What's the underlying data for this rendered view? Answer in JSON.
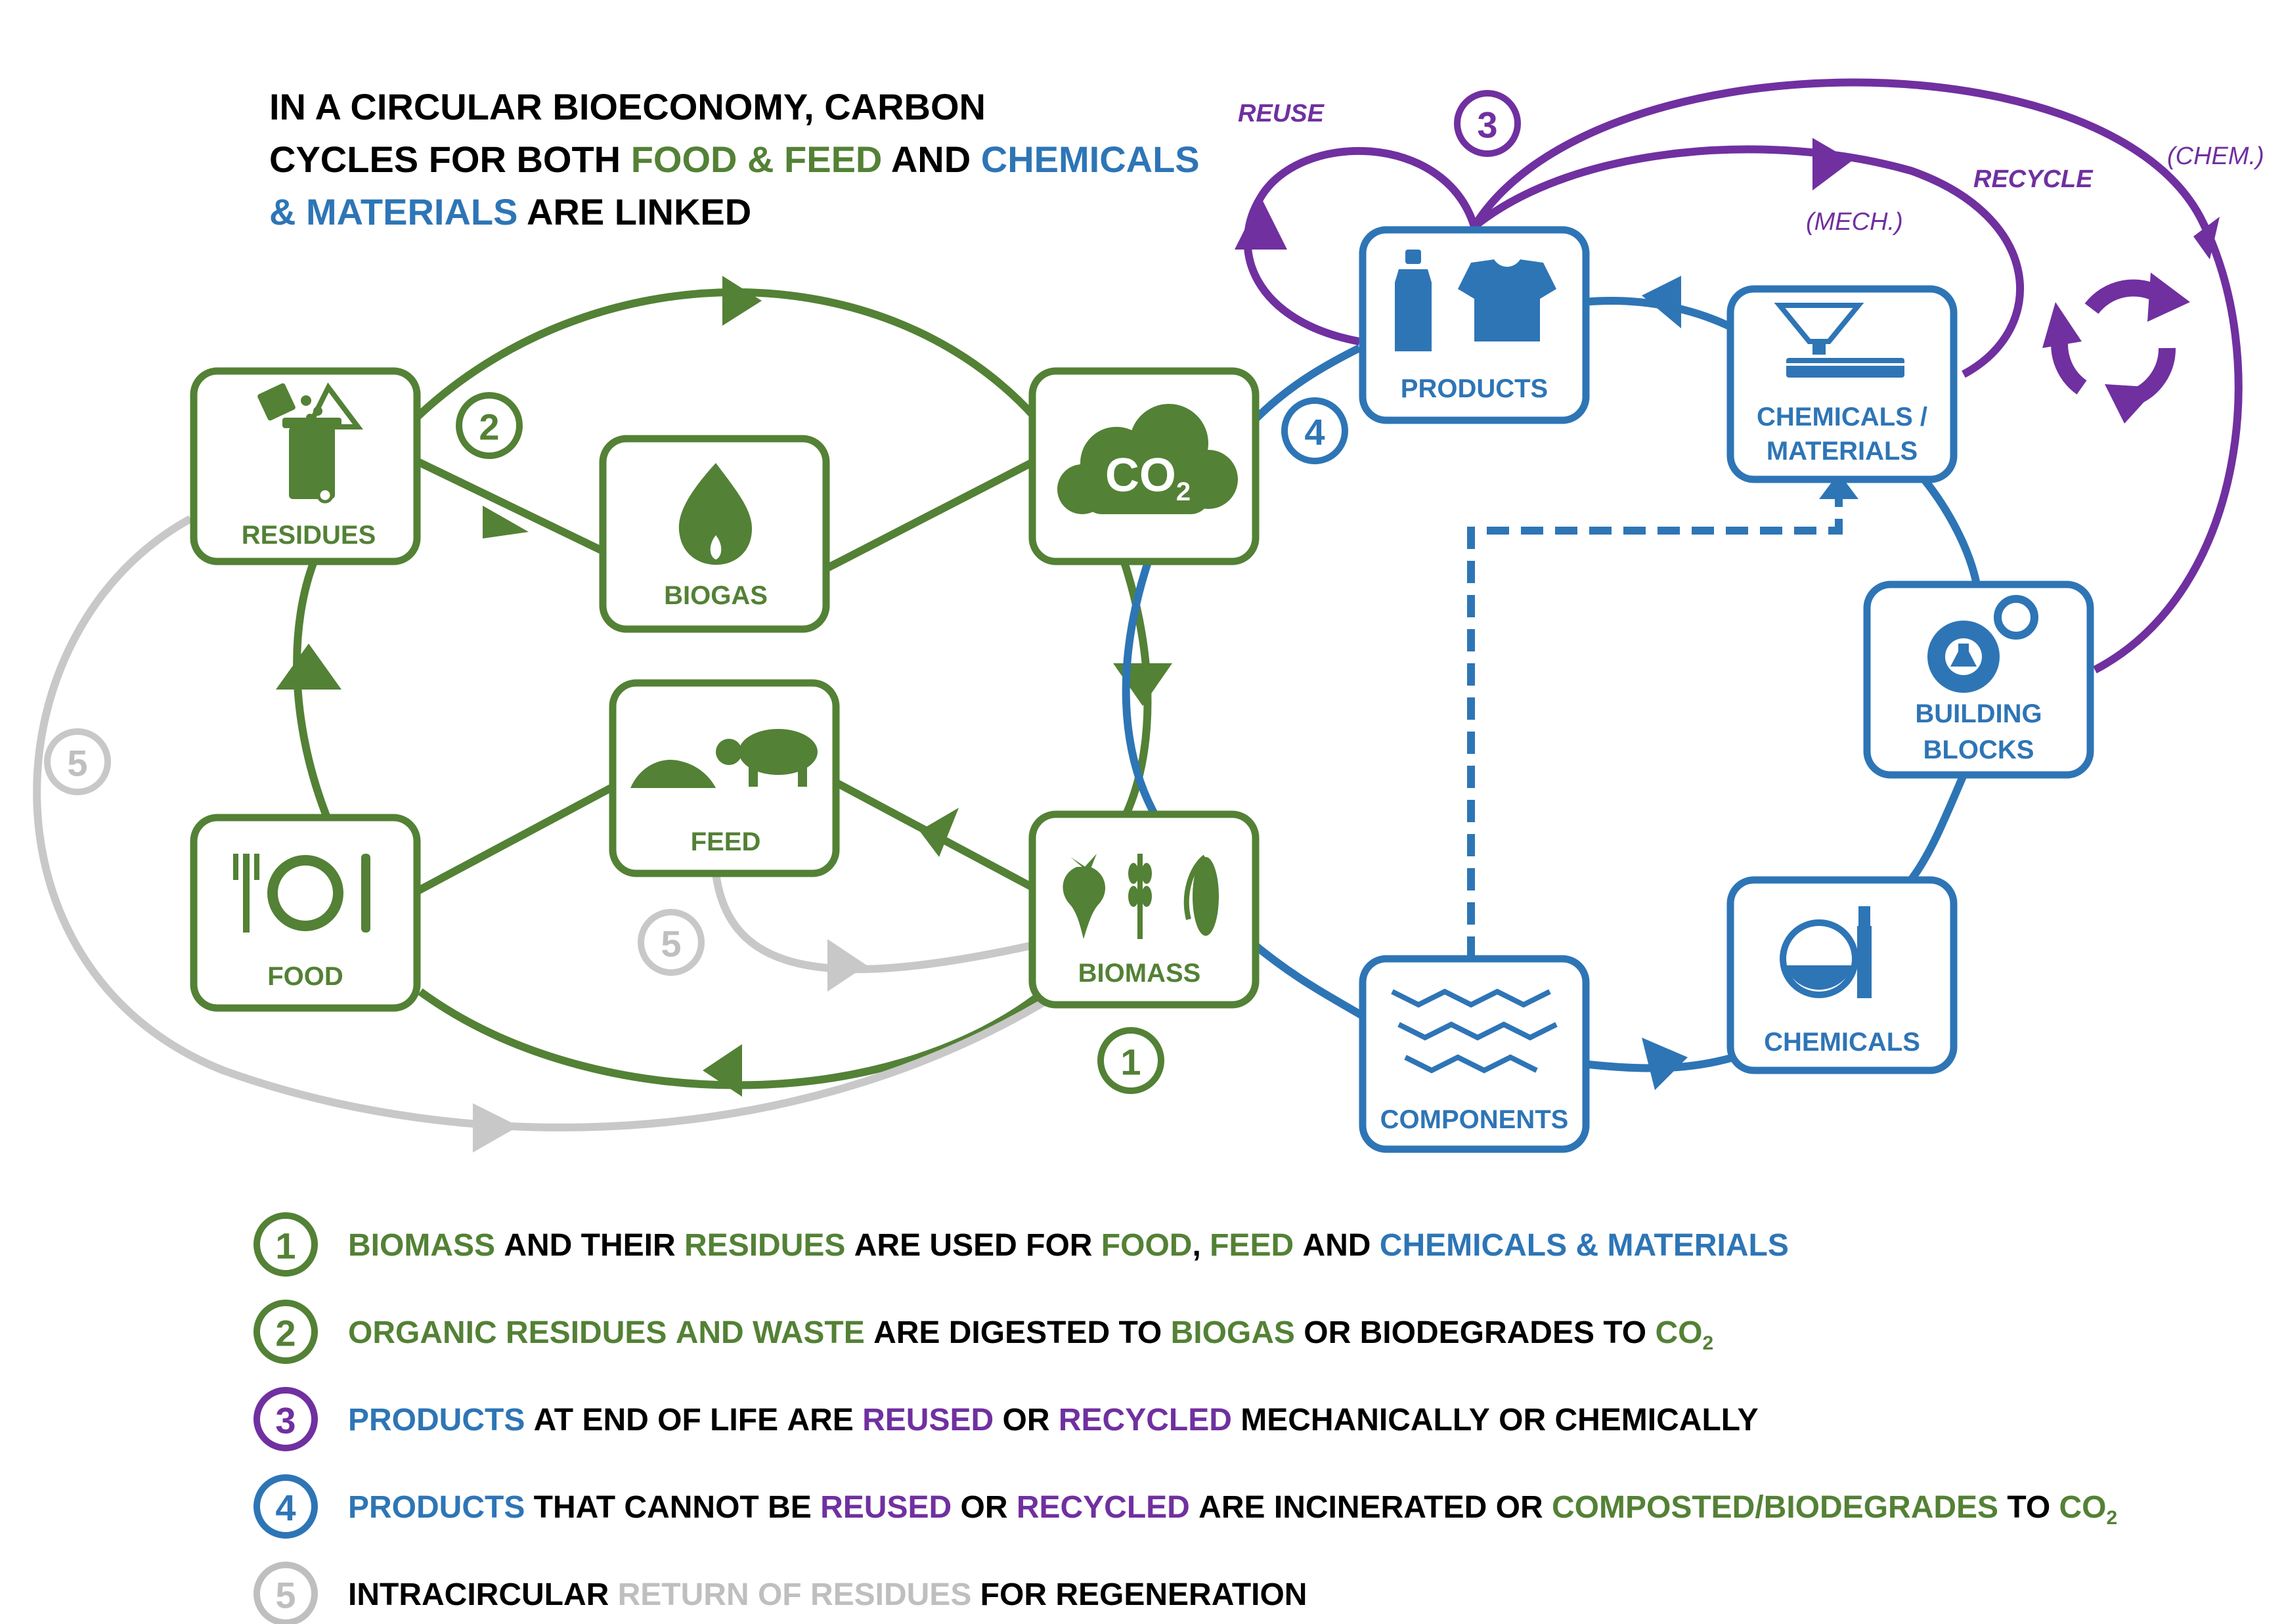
{
  "colors": {
    "green": "#538135",
    "blue": "#2e75b6",
    "purple": "#7030a0",
    "grey": "#bfbfbf",
    "black": "#000000"
  },
  "title": {
    "line1": "IN A CIRCULAR BIOECONOMY, CARBON",
    "line2_a": "CYCLES FOR BOTH ",
    "line2_b": "FOOD & FEED",
    "line2_c": " AND ",
    "line2_d": "CHEMICALS",
    "line3_a": "& MATERIALS",
    "line3_b": " ARE LINKED"
  },
  "nodes": {
    "residues": "RESIDUES",
    "biogas": "BIOGAS",
    "co2": "CO",
    "co2_sub": "2",
    "feed": "FEED",
    "food": "FOOD",
    "biomass": "BIOMASS",
    "products": "PRODUCTS",
    "chemicals_materials_1": "CHEMICALS /",
    "chemicals_materials_2": "MATERIALS",
    "building_blocks_1": "BUILDING",
    "building_blocks_2": "BLOCKS",
    "chemicals": "CHEMICALS",
    "components": "COMPONENTS"
  },
  "flow_labels": {
    "reuse": "REUSE",
    "recycle": "RECYCLE",
    "mech": "(MECH.)",
    "chem": "(CHEM.)"
  },
  "numbers": {
    "n1": "1",
    "n2": "2",
    "n3": "3",
    "n4": "4",
    "n5": "5"
  },
  "legend": [
    {
      "num": "1",
      "parts": [
        {
          "text": "BIOMASS",
          "color": "green"
        },
        {
          "text": " AND THEIR ",
          "color": "black"
        },
        {
          "text": "RESIDUES",
          "color": "green"
        },
        {
          "text": " ARE USED FOR ",
          "color": "black"
        },
        {
          "text": "FOOD",
          "color": "green"
        },
        {
          "text": ", ",
          "color": "black"
        },
        {
          "text": "FEED",
          "color": "green"
        },
        {
          "text": " AND ",
          "color": "black"
        },
        {
          "text": "CHEMICALS & MATERIALS",
          "color": "blue"
        }
      ]
    },
    {
      "num": "2",
      "parts": [
        {
          "text": "ORGANIC RESIDUES AND WASTE",
          "color": "green"
        },
        {
          "text": " ARE DIGESTED TO ",
          "color": "black"
        },
        {
          "text": "BIOGAS",
          "color": "green"
        },
        {
          "text": " OR BIODEGRADES TO ",
          "color": "black"
        },
        {
          "text": "CO",
          "color": "green"
        },
        {
          "text": "2",
          "color": "green",
          "sub": true
        }
      ]
    },
    {
      "num": "3",
      "parts": [
        {
          "text": "PRODUCTS",
          "color": "blue"
        },
        {
          "text": " AT END OF LIFE ARE ",
          "color": "black"
        },
        {
          "text": "REUSED",
          "color": "purple"
        },
        {
          "text": " OR ",
          "color": "black"
        },
        {
          "text": "RECYCLED",
          "color": "purple"
        },
        {
          "text": " MECHANICALLY OR CHEMICALLY",
          "color": "black"
        }
      ]
    },
    {
      "num": "4",
      "parts": [
        {
          "text": "PRODUCTS",
          "color": "blue"
        },
        {
          "text": " THAT CANNOT BE ",
          "color": "black"
        },
        {
          "text": "REUSED",
          "color": "purple"
        },
        {
          "text": " OR ",
          "color": "black"
        },
        {
          "text": "RECYCLED",
          "color": "purple"
        },
        {
          "text": " ARE INCINERATED OR ",
          "color": "black"
        },
        {
          "text": "COMPOSTED/BIODEGRADES",
          "color": "green"
        },
        {
          "text": " TO ",
          "color": "black"
        },
        {
          "text": "CO",
          "color": "green"
        },
        {
          "text": "2",
          "color": "green",
          "sub": true
        }
      ]
    },
    {
      "num": "5",
      "parts": [
        {
          "text": "INTRACIRCULAR ",
          "color": "black"
        },
        {
          "text": "RETURN OF RESIDUES",
          "color": "grey"
        },
        {
          "text": " FOR REGENERATION",
          "color": "black"
        }
      ]
    }
  ]
}
